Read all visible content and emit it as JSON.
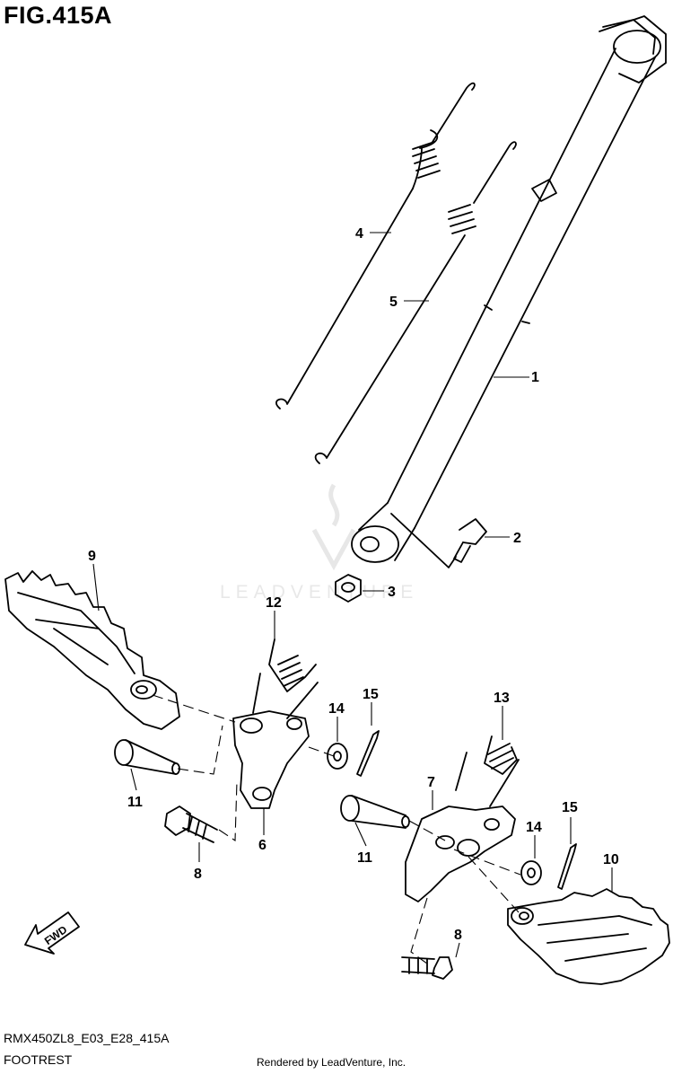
{
  "figure": {
    "title": "FIG.415A",
    "code": "RMX450ZL8_E03_E28_415A",
    "section": "FOOTREST",
    "rendered_by": "Rendered by LeadVenture, Inc.",
    "watermark": "LEADVENTURE"
  },
  "direction_badge": "FWD",
  "callouts": [
    "1",
    "2",
    "3",
    "4",
    "5",
    "6",
    "7",
    "8",
    "8",
    "9",
    "10",
    "11",
    "11",
    "12",
    "13",
    "14",
    "14",
    "15",
    "15"
  ]
}
